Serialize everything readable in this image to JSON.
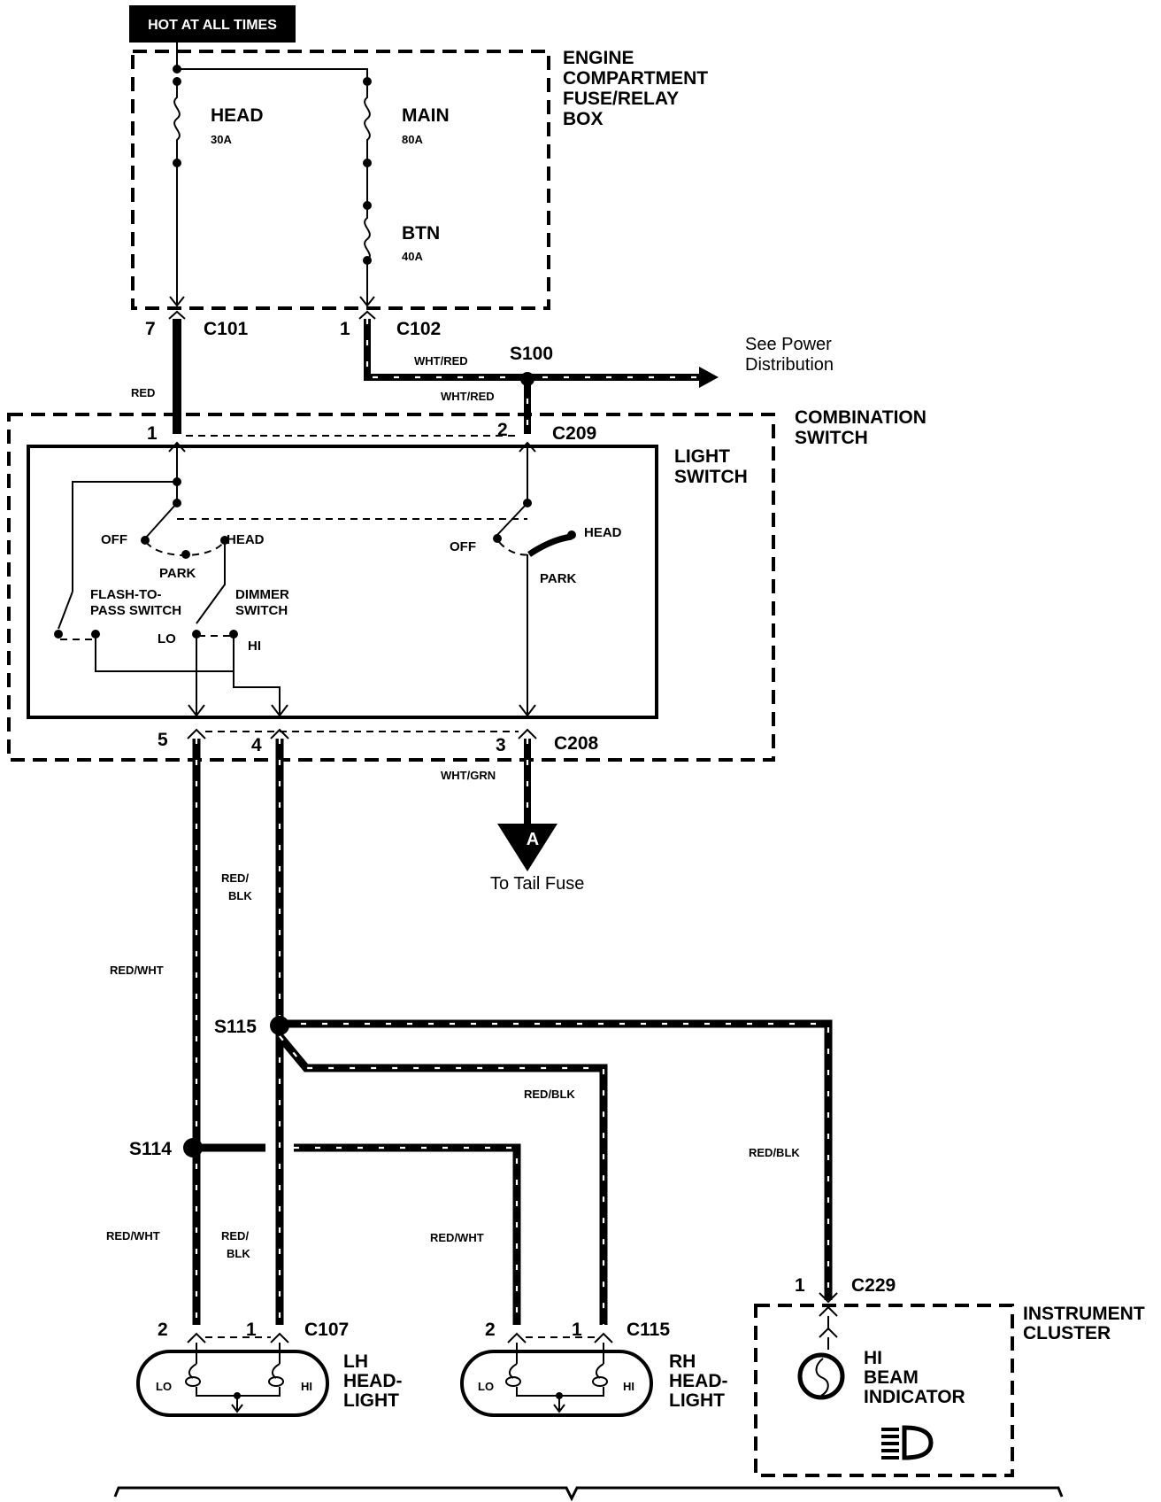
{
  "hot_label": "HOT AT ALL TIMES",
  "fuse_box": {
    "label_lines": [
      "ENGINE",
      "COMPARTMENT",
      "FUSE/RELAY",
      "BOX"
    ],
    "fuses": [
      {
        "name": "HEAD",
        "rating": "30A"
      },
      {
        "name": "MAIN",
        "rating": "80A"
      },
      {
        "name": "BTN",
        "rating": "40A"
      }
    ]
  },
  "connectors": {
    "c101": {
      "name": "C101",
      "pin": "7"
    },
    "c102": {
      "name": "C102",
      "pin": "1"
    },
    "c209": {
      "name": "C209",
      "pins": [
        "1",
        "2"
      ]
    },
    "c208": {
      "name": "C208",
      "pins": [
        "5",
        "4",
        "3"
      ]
    },
    "c107": {
      "name": "C107",
      "pins": [
        "2",
        "1"
      ]
    },
    "c115": {
      "name": "C115",
      "pins": [
        "2",
        "1"
      ]
    },
    "c229": {
      "name": "C229",
      "pin": "1"
    }
  },
  "splices": {
    "s100": "S100",
    "s115": "S115",
    "s114": "S114"
  },
  "wires": {
    "red": "RED",
    "wht_red": "WHT/RED",
    "wht_grn": "WHT/GRN",
    "red_blk": "RED/",
    "red_blk_2": "BLK",
    "red_blk_full": "RED/BLK",
    "red_wht": "RED/WHT"
  },
  "power_dist_lines": [
    "See Power",
    "Distribution"
  ],
  "combination_switch_lines": [
    "COMBINATION",
    "SWITCH"
  ],
  "light_switch_lines": [
    "LIGHT",
    "SWITCH"
  ],
  "switch_positions": {
    "off": "OFF",
    "head": "HEAD",
    "park": "PARK",
    "lo": "LO",
    "hi": "HI",
    "flash_lines": [
      "FLASH-TO-",
      "PASS SWITCH"
    ],
    "dimmer_lines": [
      "DIMMER",
      "SWITCH"
    ]
  },
  "tail_fuse": {
    "ref": "A",
    "label": "To Tail Fuse"
  },
  "lh_headlight": {
    "lines": [
      "LH",
      "HEAD-",
      "LIGHT"
    ],
    "lo": "LO",
    "hi": "HI"
  },
  "rh_headlight": {
    "lines": [
      "RH",
      "HEAD-",
      "LIGHT"
    ],
    "lo": "LO",
    "hi": "HI"
  },
  "instrument_cluster": {
    "label_lines": [
      "INSTRUMENT",
      "CLUSTER"
    ],
    "indicator_lines": [
      "HI",
      "BEAM",
      "INDICATOR"
    ]
  }
}
